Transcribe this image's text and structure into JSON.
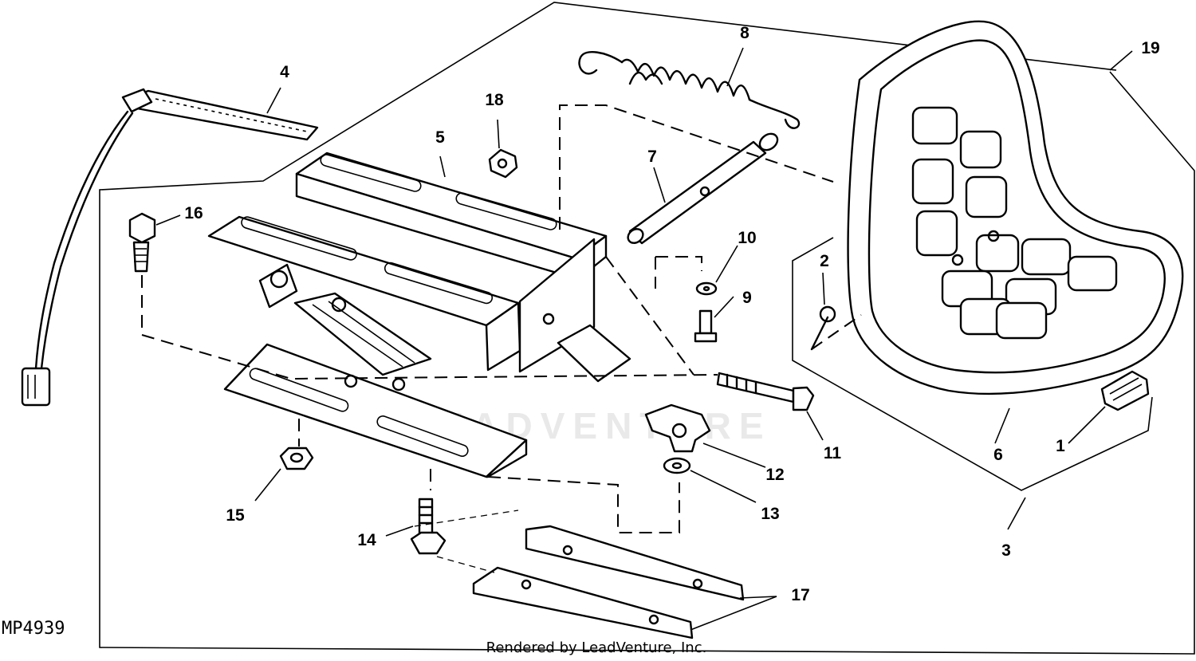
{
  "diagram": {
    "drawing_code": "MP4939",
    "watermark": "LEADVENTURE",
    "footer": "Rendered by LeadVenture, Inc.",
    "callouts": {
      "c1": "1",
      "c2": "2",
      "c3": "3",
      "c4": "4",
      "c5": "5",
      "c6": "6",
      "c7": "7",
      "c8": "8",
      "c9": "9",
      "c10": "10",
      "c11": "11",
      "c12": "12",
      "c13": "13",
      "c14": "14",
      "c15": "15",
      "c16": "16",
      "c17": "17",
      "c18": "18",
      "c19": "19"
    }
  }
}
